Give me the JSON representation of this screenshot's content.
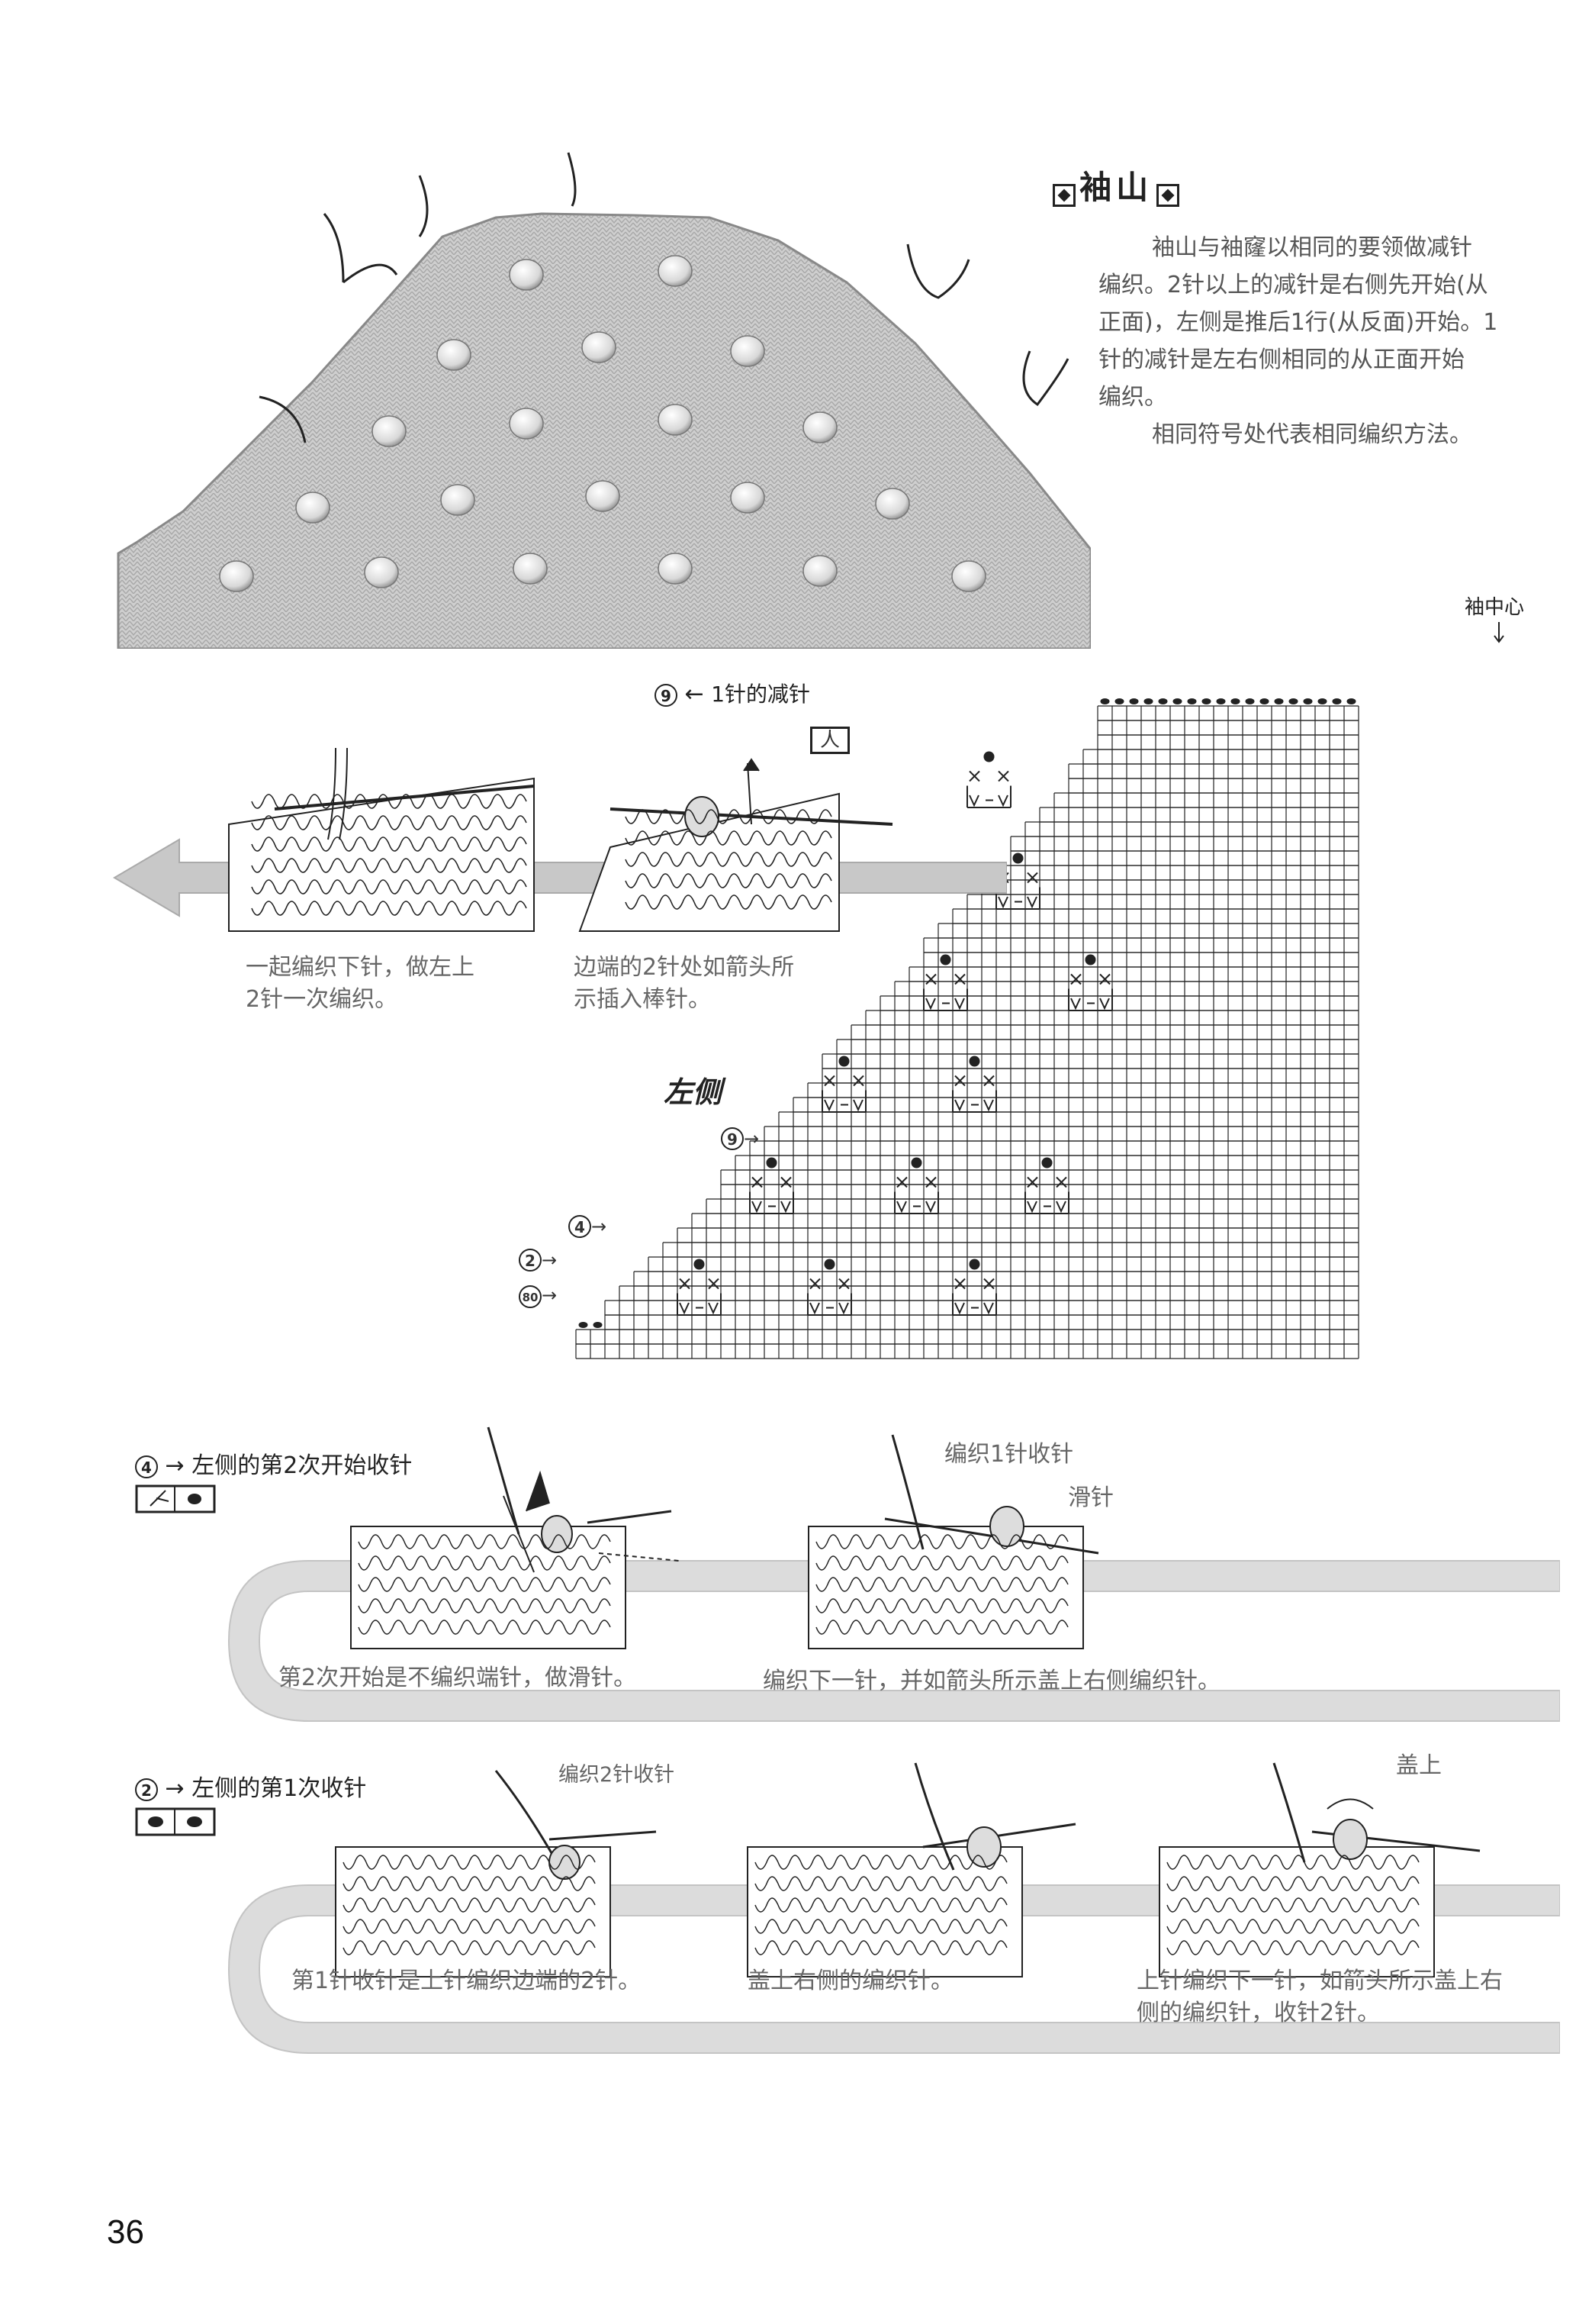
{
  "section": {
    "title": "袖山",
    "description_lines": [
      "袖山与袖窿以相同的要领做减针",
      "编织。2针以上的减针是右侧先开始(从",
      "正面)，左侧是推后1行(从反面)开始。1",
      "针的减针是左右侧相同的从正面开始",
      "编织。",
      "相同符号处代表相同编织方法。"
    ]
  },
  "chart": {
    "center_label": "袖中心",
    "side_label": "左侧",
    "row_markers": [
      {
        "num": "9",
        "label": "⑨"
      },
      {
        "num": "4",
        "label": "④"
      },
      {
        "num": "2",
        "label": "②"
      },
      {
        "num": "80",
        "label": "80"
      }
    ]
  },
  "step9": {
    "badge": "9",
    "title": "1针的减针",
    "symbol": "人",
    "caption_left": [
      "一起编织下针，做左上",
      "2针一次编织。"
    ],
    "caption_right": [
      "边端的2针处如箭头所",
      "示插入棒针。"
    ]
  },
  "step4": {
    "badge": "4",
    "title": "左侧的第2次开始收针",
    "label_knit": "编织1针收针",
    "label_slip": "滑针",
    "caption_left": "第2次开始是不编织端针，做滑针。",
    "caption_right": "编织下一针，并如箭头所示盖上右侧编织针。"
  },
  "step2": {
    "badge": "2",
    "title": "左侧的第1次收针",
    "label_knit": "编织2针收针",
    "label_cover": "盖上",
    "caption_1": "第1针收针是上针编织边端的2针。",
    "caption_2": "盖上右侧的编织针。",
    "caption_3": [
      "上针编织下一针，如箭头所示盖上右",
      "侧的编织针，收针2针。"
    ]
  },
  "page_number": "36"
}
